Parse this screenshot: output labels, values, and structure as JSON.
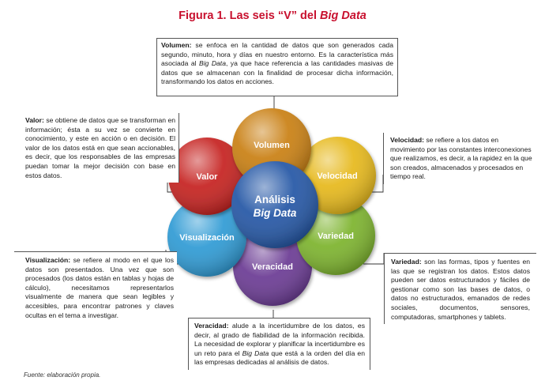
{
  "title": {
    "prefix": "Figura 1. Las seis “V” del ",
    "emph": "Big Data"
  },
  "center": {
    "line1": "Análisis",
    "line2": "Big Data"
  },
  "petals": [
    {
      "id": "volumen",
      "label": "Volumen",
      "color": "#c97f12"
    },
    {
      "id": "velocidad",
      "label": "Velocidad",
      "color": "#e6b81a"
    },
    {
      "id": "variedad",
      "label": "Variedad",
      "color": "#7cb32c"
    },
    {
      "id": "veracidad",
      "label": "Veracidad",
      "color": "#6a3a93"
    },
    {
      "id": "visualizacion",
      "label": "Visualización",
      "color": "#2e9ad4"
    },
    {
      "id": "valor",
      "label": "Valor",
      "color": "#c5201e"
    }
  ],
  "center_color": "#2356a5",
  "descriptions": {
    "volumen": {
      "term": "Volumen:",
      "pre": " se enfoca en la cantidad de datos que son generados cada segundo, minuto, hora y días en nuestro entorno. Es la característica más asociada al ",
      "emph": "Big Data",
      "post": ", ya que hace referencia a las cantidades masivas de datos que se almacenan con la finalidad de procesar dicha información, transformando los datos en acciones."
    },
    "valor": {
      "term": "Valor:",
      "text": " se obtiene de datos que se transforman en información; ésta a su vez se convierte en conocimiento, y este en acción o en decisión. El valor de los datos está en que sean accionables, es decir, que los responsables de las empresas puedan tomar la mejor decisión con base en estos datos."
    },
    "velocidad": {
      "term": "Velocidad:",
      "text": " se refiere a los datos en movimiento por las constantes interconexiones que realizamos, es decir, a la rapidez en la que son creados, almacenados y procesados en tiempo real."
    },
    "visualizacion": {
      "term": "Visualización:",
      "text": " se refiere al modo en el que los datos son presentados. Una vez que son procesados (los datos están en tablas y hojas de cálculo), necesitamos representarlos visualmente de manera que sean legibles y accesibles, para encontrar patrones y claves ocultas en el tema a investigar."
    },
    "variedad": {
      "term": "Variedad:",
      "text": " son las formas, tipos y fuentes en las que se registran los datos. Estos datos pueden ser datos estructurados y fáciles de gestionar como son las bases de datos, o datos no estructurados, emanados de redes sociales, documentos, sensores, computadoras, smartphones y tablets."
    },
    "veracidad": {
      "term": "Veracidad:",
      "pre": " alude a la incertidumbre de los datos, es decir, al grado de fiabilidad de la información recibida. La necesidad de explorar y planificar la incertidumbre es un reto para el ",
      "emph": "Big Data",
      "post": " que está a la orden del día en las empresas dedicadas al análisis de datos."
    }
  },
  "source": "Fuente: elaboración propia."
}
